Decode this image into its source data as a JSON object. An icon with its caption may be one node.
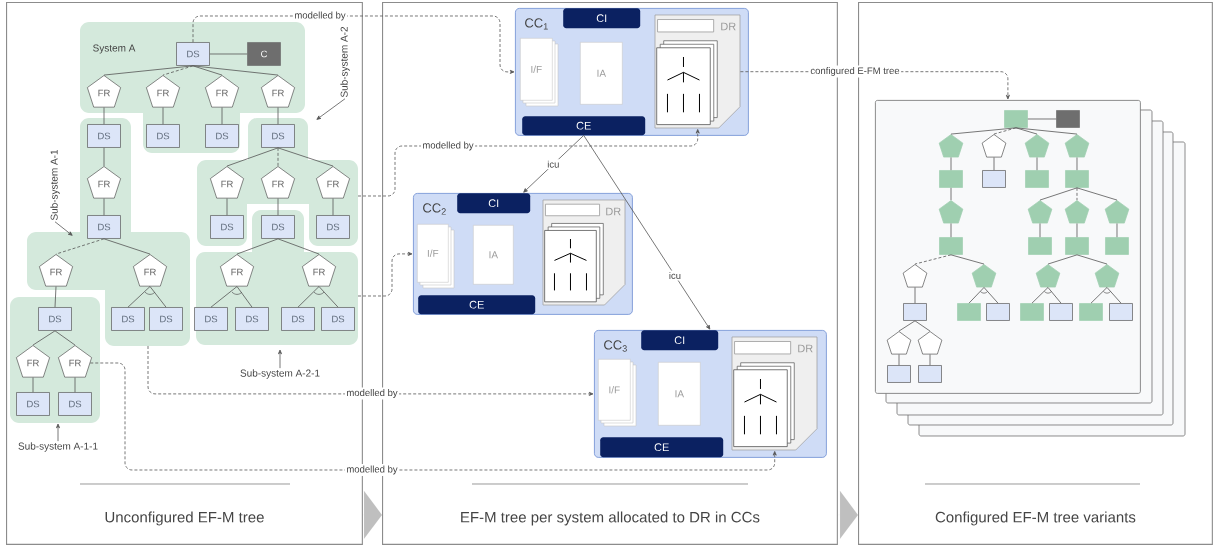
{
  "diagram": {
    "nodes": [
      {
        "text": [
          "Unconfigured EF-M tree"
        ]
      },
      {
        "text": [
          "EF-M tree per system allocated to DR in CCs"
        ]
      },
      {
        "text": [
          "Configured EF-M tree variants"
        ]
      },
      {
        "text": [
          "DS"
        ],
        "in": 0
      },
      {
        "text": [
          "C"
        ],
        "in": 0
      },
      {
        "text": [
          "FR"
        ],
        "in": 0
      },
      {
        "text": [
          "FR"
        ],
        "in": 0
      },
      {
        "text": [
          "FR"
        ],
        "in": 0
      },
      {
        "text": [
          "FR"
        ],
        "in": 0
      },
      {
        "text": [
          "DS"
        ],
        "in": 0
      },
      {
        "text": [
          "DS"
        ],
        "in": 0
      },
      {
        "text": [
          "DS"
        ],
        "in": 0
      },
      {
        "text": [
          "DS"
        ],
        "in": 0
      },
      {
        "text": [
          "FR"
        ],
        "in": 0
      },
      {
        "text": [
          "FR"
        ],
        "in": 0
      },
      {
        "text": [
          "FR"
        ],
        "in": 0
      },
      {
        "text": [
          "FR"
        ],
        "in": 0
      },
      {
        "text": [
          "DS"
        ],
        "in": 0
      },
      {
        "text": [
          "DS"
        ],
        "in": 0
      },
      {
        "text": [
          "DS"
        ],
        "in": 0
      },
      {
        "text": [
          "DS"
        ],
        "in": 0
      },
      {
        "text": [
          "FR"
        ],
        "in": 0
      },
      {
        "text": [
          "FR"
        ],
        "in": 0
      },
      {
        "text": [
          "FR"
        ],
        "in": 0
      },
      {
        "text": [
          "FR"
        ],
        "in": 0
      },
      {
        "text": [
          "DS"
        ],
        "in": 0
      },
      {
        "text": [
          "DS"
        ],
        "in": 0
      },
      {
        "text": [
          "DS"
        ],
        "in": 0
      },
      {
        "text": [
          "DS"
        ],
        "in": 0
      },
      {
        "text": [
          "DS"
        ],
        "in": 0
      },
      {
        "text": [
          "DS"
        ],
        "in": 0
      },
      {
        "text": [
          "DS"
        ],
        "in": 0
      },
      {
        "text": [
          "FR"
        ],
        "in": 0
      },
      {
        "text": [
          "FR"
        ],
        "in": 0
      },
      {
        "text": [
          "DS"
        ],
        "in": 0
      },
      {
        "text": [
          "DS"
        ],
        "in": 0
      },
      {
        "text": [
          "Sub-system A-2"
        ],
        "in": 0
      },
      {
        "text": [
          "Sub-system A-1"
        ],
        "in": 0
      },
      {
        "text": [
          "Sub-system A-2-1"
        ],
        "in": 0
      },
      {
        "text": [
          "Sub-system A-1-1"
        ],
        "in": 0
      },
      {
        "text": [
          "CC$_{1}$"
        ],
        "in": 1
      },
      {
        "text": [
          "CI"
        ],
        "in": 40
      },
      {
        "text": [
          "I/F"
        ],
        "in": 40
      },
      {
        "text": [
          "IA"
        ],
        "in": 40
      },
      {
        "text": [
          "DR"
        ],
        "in": 40
      },
      {
        "text": [
          "CE"
        ],
        "in": 40
      },
      {
        "text": [
          "CC$_{2}$"
        ],
        "in": 1
      },
      {
        "text": [
          "CI"
        ],
        "in": 46
      },
      {
        "text": [
          "I/F"
        ],
        "in": 46
      },
      {
        "text": [
          "IA"
        ],
        "in": 46
      },
      {
        "text": [
          "DR"
        ],
        "in": 46
      },
      {
        "text": [
          "CE"
        ],
        "in": 46
      },
      {
        "text": [
          "CC$_{3}$"
        ],
        "in": 1
      },
      {
        "text": [
          "CI"
        ],
        "in": 52
      },
      {
        "text": [
          "I/F"
        ],
        "in": 52
      },
      {
        "text": [
          "IA"
        ],
        "in": 52
      },
      {
        "text": [
          "DR"
        ],
        "in": 52
      },
      {
        "text": [
          "CE"
        ],
        "in": 52
      },
      {
        "text": [],
        "shape": "box",
        "in": 2
      },
      {
        "text": [],
        "shape": "box",
        "in": 58
      },
      {
        "text": [],
        "shape": "box",
        "in": 58
      },
      {
        "text": [],
        "shape": "pentagon",
        "in": 58
      },
      {
        "text": [],
        "shape": "pentagon",
        "in": 58
      },
      {
        "text": [],
        "shape": "pentagon",
        "in": 58
      },
      {
        "text": [],
        "shape": "pentagon",
        "in": 58
      },
      {
        "text": [],
        "shape": "box",
        "in": 58
      },
      {
        "text": [],
        "shape": "box",
        "in": 58
      },
      {
        "text": [],
        "shape": "box",
        "in": 58
      },
      {
        "text": [],
        "shape": "box",
        "in": 58
      },
      {
        "text": [],
        "shape": "pentagon",
        "in": 58
      },
      {
        "text": [],
        "shape": "pentagon",
        "in": 58
      },
      {
        "text": [],
        "shape": "pentagon",
        "in": 58
      },
      {
        "text": [],
        "shape": "pentagon",
        "in": 58
      },
      {
        "text": [],
        "shape": "box",
        "in": 58
      },
      {
        "text": [],
        "shape": "box",
        "in": 58
      },
      {
        "text": [],
        "shape": "box",
        "in": 58
      },
      {
        "text": [],
        "shape": "box",
        "in": 58
      },
      {
        "text": [],
        "shape": "pentagon",
        "in": 58
      },
      {
        "text": [],
        "shape": "pentagon",
        "in": 58
      },
      {
        "text": [],
        "shape": "pentagon",
        "in": 58
      },
      {
        "text": [],
        "shape": "pentagon",
        "in": 58
      },
      {
        "text": [],
        "shape": "box",
        "in": 58
      },
      {
        "text": [],
        "shape": "box",
        "in": 58
      },
      {
        "text": [],
        "shape": "box",
        "in": 58
      },
      {
        "text": [],
        "shape": "box",
        "in": 58
      },
      {
        "text": [],
        "shape": "box",
        "in": 58
      },
      {
        "text": [],
        "shape": "box",
        "in": 58
      },
      {
        "text": [],
        "shape": "box",
        "in": 58
      },
      {
        "text": [],
        "shape": "pentagon",
        "in": 58
      },
      {
        "text": [],
        "shape": "pentagon",
        "in": 58
      },
      {
        "text": [],
        "shape": "box",
        "in": 58
      },
      {
        "text": [],
        "shape": "box",
        "in": 58
      }
    ],
    "edges": [
      {
        "from": 3,
        "to": 4,
        "arrow": "none"
      },
      {
        "from": 3,
        "to": 5,
        "arrow": "none"
      },
      {
        "from": 3,
        "to": 6,
        "arrow": "none",
        "style": "dashed"
      },
      {
        "from": 3,
        "to": 7,
        "arrow": "none"
      },
      {
        "from": 3,
        "to": 8,
        "arrow": "none"
      },
      {
        "from": 5,
        "to": 9,
        "arrow": "none"
      },
      {
        "from": 6,
        "to": 10,
        "arrow": "none"
      },
      {
        "from": 7,
        "to": 11,
        "arrow": "none"
      },
      {
        "from": 8,
        "to": 12,
        "arrow": "none"
      },
      {
        "from": 9,
        "to": 13,
        "arrow": "none"
      },
      {
        "from": 13,
        "to": 17,
        "arrow": "none"
      },
      {
        "from": 12,
        "to": 14,
        "arrow": "none"
      },
      {
        "from": 12,
        "to": 15,
        "arrow": "none",
        "style": "dashed"
      },
      {
        "from": 12,
        "to": 16,
        "arrow": "none"
      },
      {
        "from": 14,
        "to": 18,
        "arrow": "none"
      },
      {
        "from": 15,
        "to": 19,
        "arrow": "none"
      },
      {
        "from": 16,
        "to": 20,
        "arrow": "none"
      },
      {
        "from": 17,
        "to": 21,
        "arrow": "none",
        "style": "dashed"
      },
      {
        "from": 17,
        "to": 22,
        "arrow": "none"
      },
      {
        "from": 22,
        "to": 26,
        "arrow": "none"
      },
      {
        "from": 22,
        "to": 27,
        "arrow": "none"
      },
      {
        "from": 21,
        "to": 25,
        "arrow": "none"
      },
      {
        "from": 25,
        "to": 32,
        "arrow": "none"
      },
      {
        "from": 25,
        "to": 33,
        "arrow": "none"
      },
      {
        "from": 32,
        "to": 34,
        "arrow": "none"
      },
      {
        "from": 33,
        "to": 35,
        "arrow": "none"
      },
      {
        "from": 19,
        "to": 23,
        "arrow": "none"
      },
      {
        "from": 19,
        "to": 24,
        "arrow": "none"
      },
      {
        "from": 23,
        "to": 28,
        "arrow": "none"
      },
      {
        "from": 23,
        "to": 29,
        "arrow": "none"
      },
      {
        "from": 24,
        "to": 30,
        "arrow": "none"
      },
      {
        "from": 24,
        "to": 31,
        "arrow": "none"
      },
      {
        "from": 36,
        "to": null,
        "arrow": "to"
      },
      {
        "from": 37,
        "to": null,
        "arrow": "to"
      },
      {
        "from": 38,
        "to": null,
        "arrow": "to"
      },
      {
        "from": 39,
        "to": null,
        "arrow": "to"
      },
      {
        "from": 3,
        "to": 40,
        "arrow": "to",
        "label": "modelled by",
        "style": "dashed"
      },
      {
        "from": 0,
        "to": 44,
        "arrow": "to",
        "label": "modelled by",
        "style": "dashed"
      },
      {
        "from": 0,
        "to": 46,
        "arrow": "to",
        "style": "dashed"
      },
      {
        "from": null,
        "to": 52,
        "arrow": "to",
        "label": "modelled by",
        "style": "dashed"
      },
      {
        "from": 33,
        "to": 56,
        "arrow": "to",
        "label": "modelled by",
        "style": "dashed"
      },
      {
        "from": 45,
        "to": 46,
        "arrow": "to",
        "label": "icu"
      },
      {
        "from": 45,
        "to": 52,
        "arrow": "to",
        "label": "icu"
      },
      {
        "from": 44,
        "to": 58,
        "arrow": "to",
        "label": "configured E-FM tree",
        "style": "dashed"
      },
      {
        "from": 0,
        "to": 1,
        "arrow": "to",
        "color": "#bfbfbf"
      },
      {
        "from": 1,
        "to": 2,
        "arrow": "to",
        "color": "#bfbfbf"
      },
      {
        "from": 59,
        "to": 60,
        "arrow": "none"
      },
      {
        "from": 59,
        "to": 61,
        "arrow": "none"
      },
      {
        "from": 59,
        "to": 62,
        "arrow": "none",
        "style": "dashed"
      },
      {
        "from": 59,
        "to": 63,
        "arrow": "none"
      },
      {
        "from": 59,
        "to": 64,
        "arrow": "none"
      },
      {
        "from": 61,
        "to": 65,
        "arrow": "none"
      },
      {
        "from": 62,
        "to": 66,
        "arrow": "none"
      },
      {
        "from": 63,
        "to": 67,
        "arrow": "none"
      },
      {
        "from": 64,
        "to": 68,
        "arrow": "none"
      },
      {
        "from": 65,
        "to": 69,
        "arrow": "none"
      },
      {
        "from": 69,
        "to": 73,
        "arrow": "none"
      },
      {
        "from": 68,
        "to": 70,
        "arrow": "none"
      },
      {
        "from": 68,
        "to": 71,
        "arrow": "none",
        "style": "dashed"
      },
      {
        "from": 68,
        "to": 72,
        "arrow": "none"
      },
      {
        "from": 70,
        "to": 74,
        "arrow": "none"
      },
      {
        "from": 71,
        "to": 75,
        "arrow": "none"
      },
      {
        "from": 72,
        "to": 76,
        "arrow": "none"
      },
      {
        "from": 73,
        "to": 77,
        "arrow": "none",
        "style": "dashed"
      },
      {
        "from": 73,
        "to": 78,
        "arrow": "none"
      },
      {
        "from": 78,
        "to": 82,
        "arrow": "none"
      },
      {
        "from": 78,
        "to": 83,
        "arrow": "none"
      },
      {
        "from": 77,
        "to": 81,
        "arrow": "none"
      },
      {
        "from": 81,
        "to": 88,
        "arrow": "none"
      },
      {
        "from": 81,
        "to": 89,
        "arrow": "none"
      },
      {
        "from": 88,
        "to": 90,
        "arrow": "none"
      },
      {
        "from": 89,
        "to": 91,
        "arrow": "none"
      },
      {
        "from": 75,
        "to": 79,
        "arrow": "none"
      },
      {
        "from": 75,
        "to": 80,
        "arrow": "none"
      },
      {
        "from": 79,
        "to": 84,
        "arrow": "none"
      },
      {
        "from": 79,
        "to": 85,
        "arrow": "none"
      },
      {
        "from": 80,
        "to": 86,
        "arrow": "none"
      },
      {
        "from": 80,
        "to": 87,
        "arrow": "none"
      }
    ],
    "labels": [
      "System A"
    ]
  }
}
